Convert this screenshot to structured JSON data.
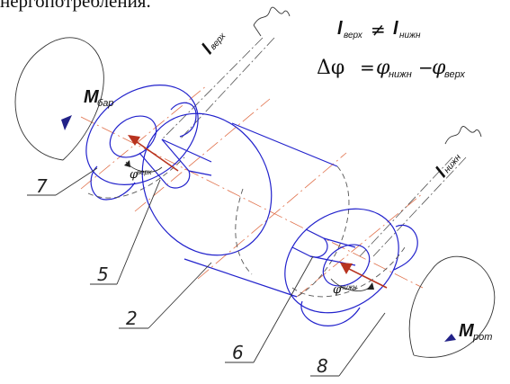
{
  "top_text": "нергопотребления.",
  "formula_inequality": {
    "left": "l",
    "left_sub": "верх",
    "op": "≠",
    "right": "l",
    "right_sub": "нижн"
  },
  "formula_delta": {
    "lhs": "Δφ",
    "eq": "=",
    "t1": "φ",
    "t1_sub": "нижн",
    "minus": "−",
    "t2": "φ",
    "t2_sub": "верх"
  },
  "labels": {
    "l_upper": "l",
    "l_upper_sub": "верх",
    "l_lower": "l",
    "l_lower_sub": "нижн",
    "m_left": "M",
    "m_left_sub": "бар",
    "m_right": "M",
    "m_right_sub": "рот",
    "phi_upper": "φ",
    "phi_upper_sub": "верх",
    "phi_lower": "φ",
    "phi_lower_sub": "нижн"
  },
  "callouts": [
    "7",
    "5",
    "2",
    "6",
    "8"
  ],
  "colors": {
    "outline": "#2222cc",
    "axis": "#e0704a",
    "arrow": "#b8331f",
    "moment_arrow": "#222288"
  }
}
